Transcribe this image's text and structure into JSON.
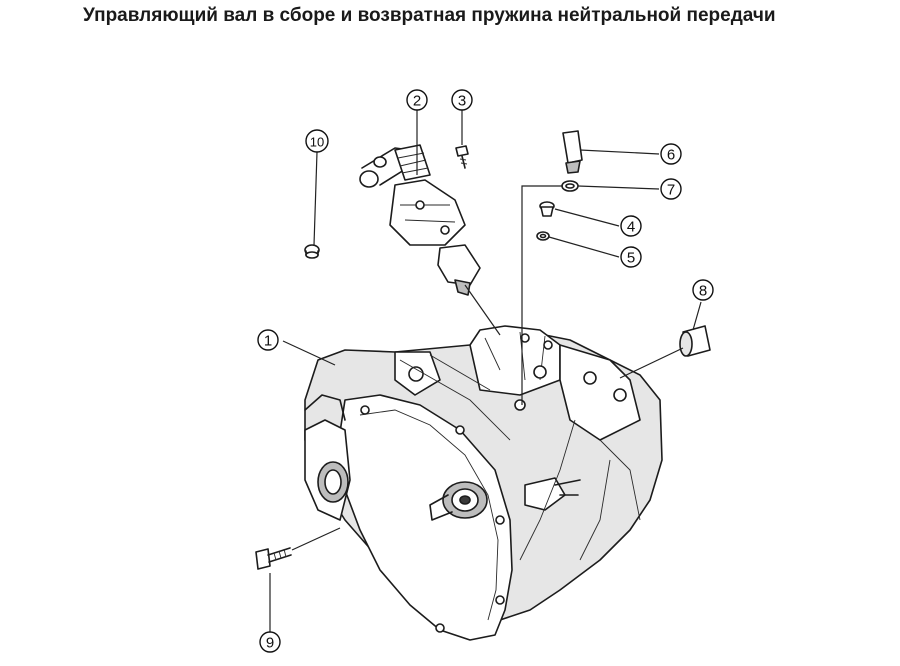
{
  "title": "Управляющий вал в сборе и возвратная пружина нейтральной передачи",
  "callouts": [
    {
      "id": "1",
      "label": "1"
    },
    {
      "id": "2",
      "label": "2"
    },
    {
      "id": "3",
      "label": "3"
    },
    {
      "id": "4",
      "label": "4"
    },
    {
      "id": "5",
      "label": "5"
    },
    {
      "id": "6",
      "label": "6"
    },
    {
      "id": "7",
      "label": "7"
    },
    {
      "id": "8",
      "label": "8"
    },
    {
      "id": "9",
      "label": "9"
    },
    {
      "id": "10",
      "label": "10"
    }
  ]
}
